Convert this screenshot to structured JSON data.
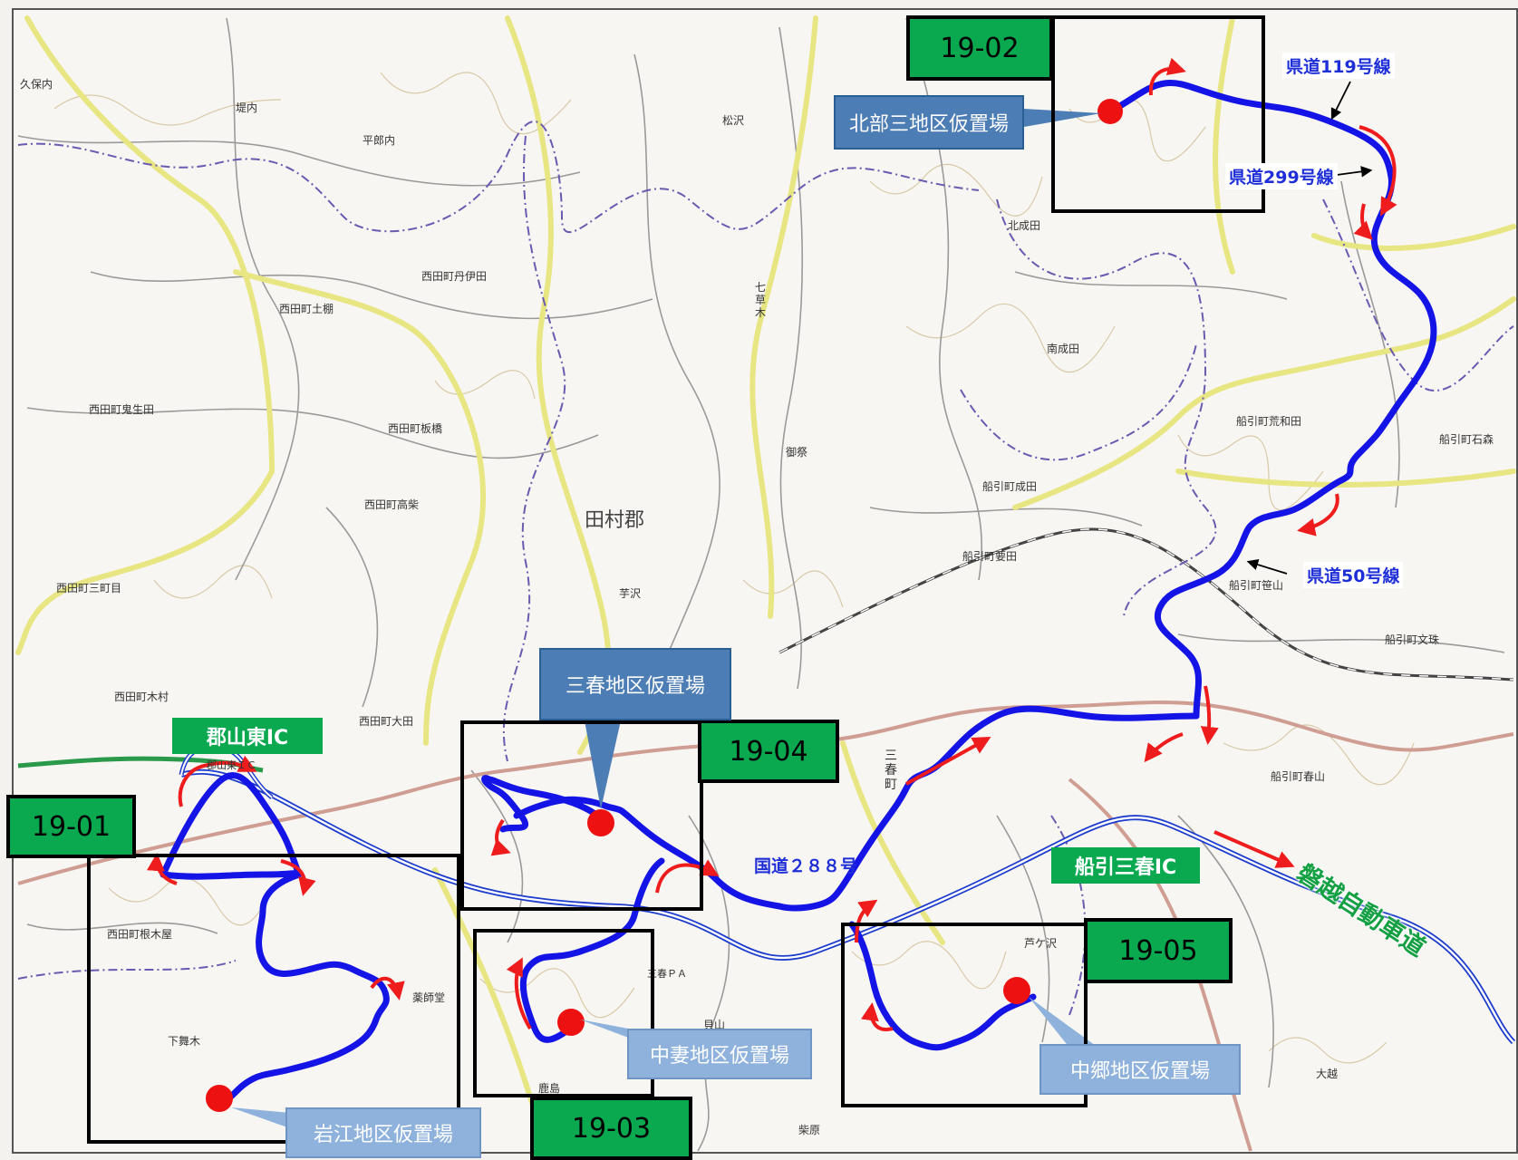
{
  "map": {
    "sheets": [
      {
        "id": "19-01"
      },
      {
        "id": "19-02"
      },
      {
        "id": "19-03"
      },
      {
        "id": "19-04"
      },
      {
        "id": "19-05"
      }
    ],
    "storage_sites": [
      {
        "name": "北部三地区仮置場"
      },
      {
        "name": "三春地区仮置場"
      },
      {
        "name": "中妻地区仮置場"
      },
      {
        "name": "中郷地区仮置場"
      },
      {
        "name": "岩江地区仮置場"
      }
    ],
    "interchanges": [
      {
        "name": "郡山東IC"
      },
      {
        "name": "船引三春IC"
      }
    ],
    "roads": {
      "route_119": "県道119号線",
      "route_299": "県道299号線",
      "route_50": "県道50号線",
      "route_288": "国道２８８号",
      "expressway": "磐越自動車道"
    },
    "place_names": [
      "久保内",
      "堤内",
      "平郎内",
      "松沢",
      "西田町丹伊田",
      "西田町土棚",
      "七草木",
      "北成田",
      "南成田",
      "西田町鬼生田",
      "西田町板橋",
      "御祭",
      "船引町荒和田",
      "船引町石森",
      "船引町成田",
      "西田町高柴",
      "田村郡",
      "船引町要田",
      "船引町笹山",
      "西田町三町目",
      "芋沢",
      "船引町文珠",
      "西田町木村",
      "西田町大田",
      "船引町春山",
      "西田町根木屋",
      "薬師堂",
      "下舞木",
      "三春町",
      "貝山",
      "芦ケ沢",
      "鹿島",
      "柴原",
      "大越",
      "郡山東ＩＣ",
      "三春ＰＡ"
    ],
    "colors": {
      "route_line": "#1414e6",
      "turn_arrow": "#ee1c1c",
      "storage_dot": "#ee1111",
      "sheet_tag": "#0aa84f",
      "expressway": "#1e3ccc",
      "prefectural_road": "#e8e682",
      "national_road": "#cf9d92"
    }
  }
}
